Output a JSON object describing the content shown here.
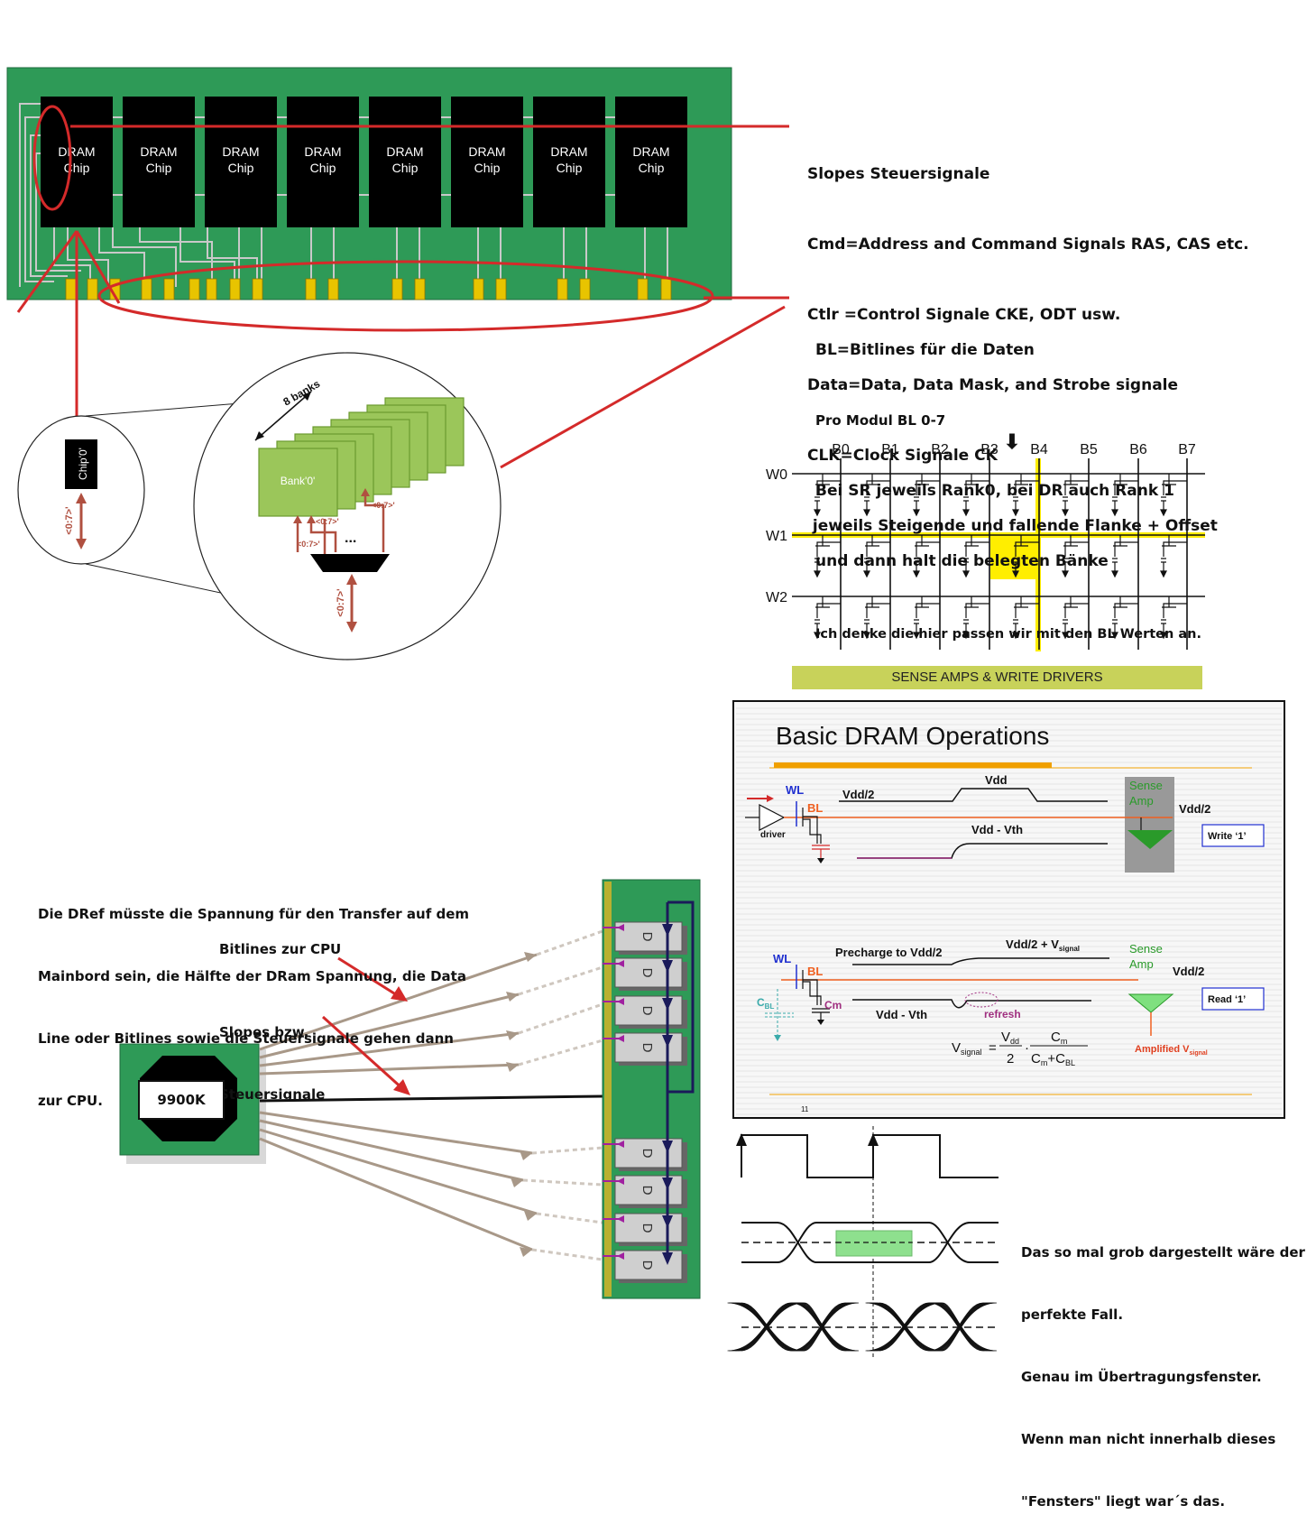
{
  "dimm": {
    "chip_label_line1": "DRAM",
    "chip_label_line2": "Chip",
    "chip_count": 8,
    "pcb_color": "#2e9a57",
    "chip_color": "#000000",
    "pin_color": "#e8c400"
  },
  "notes": {
    "slopes": [
      "Slopes Steuersignale",
      "Cmd=Address and Command Signals RAS, CAS etc.",
      "Ctlr =Control Signale CKE, ODT usw.",
      "Data=Data, Data Mask, and Strobe signale",
      "CLK=Clock Signale CK",
      " jeweils Steigende und fallende Flanke + Offset"
    ],
    "bitlines": [
      "BL=Bitlines für die Daten",
      "Pro Modul BL 0-7",
      "Bei SR jeweils Rank0, bei DR auch Rank 1",
      "und dann halt die belegten Bänke",
      "Ich denke die hier passen wir mit den BL Werten an."
    ],
    "dref": [
      "Die DRef müsste die Spannung für den Transfer auf dem",
      "Mainbord sein, die Hälfte der DRam Spannung, die Data",
      "Line oder Bitlines sowie die Steuersignale gehen dann",
      "zur CPU."
    ],
    "bitlines_cpu": "Bitlines zur CPU",
    "slopes_cpu": [
      "Slopes bzw.",
      "Steuersignale"
    ],
    "window": [
      "Das so mal grob dargestellt wäre der",
      "perfekte Fall.",
      "Genau im Übertragungsfenster.",
      "Wenn man nicht innerhalb dieses",
      "\"Fensters\" liegt war´s das."
    ]
  },
  "zoom": {
    "chip_label": "Chip'0'",
    "bus_label": "<0:7>'",
    "banks_label": "8 banks",
    "bank_label": "Bank'0'",
    "sub_bus_label": "<0:7>'",
    "ellipsis": "...",
    "bank_color": "#9bc65a",
    "bus_color": "#b05040"
  },
  "array": {
    "bitlines": [
      "B0",
      "B1",
      "B2",
      "B3",
      "B4",
      "B5",
      "B6",
      "B7"
    ],
    "wordlines": [
      "W0",
      "W1",
      "W2"
    ],
    "highlight_color": "#ffee00",
    "sense_label": "SENSE AMPS & WRITE DRIVERS",
    "sense_color": "#c8d25a"
  },
  "slide": {
    "title": "Basic DRAM Operations",
    "accent_color": "#f0a000",
    "write": {
      "wl": "WL",
      "bl": "BL",
      "driver": "driver",
      "vdd2_left": "Vdd/2",
      "vdd": "Vdd",
      "vdd_vth": "Vdd - Vth",
      "sense": "Sense",
      "amp": "Amp",
      "vdd2_right": "Vdd/2",
      "box": "Write ‘1’"
    },
    "read": {
      "wl": "WL",
      "bl": "BL",
      "cbl": "C",
      "cbl_sub": "BL",
      "cm": "Cm",
      "precharge": "Precharge to Vdd/2",
      "vdd2_vsig": "Vdd/2 + V",
      "vdd2_vsig_sub": "signal",
      "vdd_vth": "Vdd - Vth",
      "refresh": "refresh",
      "sense": "Sense",
      "amp": "Amp",
      "vdd2_right": "Vdd/2",
      "box": "Read ‘1’",
      "amplified": "Amplified V",
      "amplified_sub": "signal",
      "formula_lhs": "V",
      "formula_lhs_sub": "signal",
      "formula_eq": "=",
      "formula_num1": "V",
      "formula_num1_sub": "dd",
      "formula_den1": "2",
      "formula_dot": "·",
      "formula_num2": "C",
      "formula_num2_sub": "m",
      "formula_den2": "C",
      "formula_den2_sub": "m",
      "formula_den2_plus": "+C",
      "formula_den2_plus_sub": "BL"
    },
    "page_num": "11"
  },
  "cpu": {
    "label": "9900K",
    "pcb_color": "#2e9a57"
  },
  "module2": {
    "chip_letter": "D",
    "chip_count": 8
  }
}
